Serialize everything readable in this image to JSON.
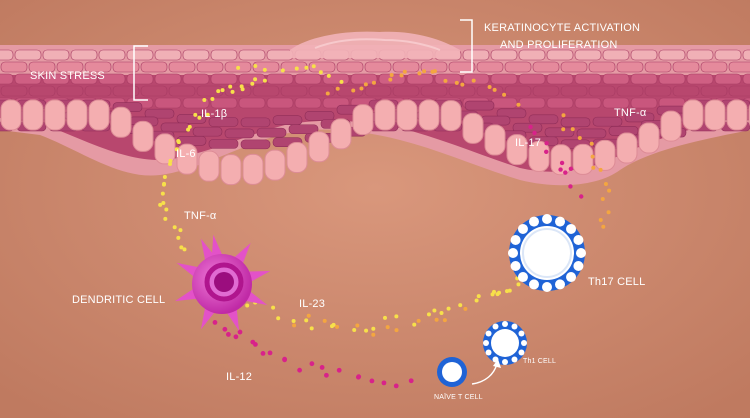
{
  "labels": {
    "skin_stress": "SKIN STRESS",
    "keratinocyte_line1": "KERATINOCYTE ACTIVATION",
    "keratinocyte_line2": "AND PROLIFERATION",
    "il1b": "IL-1β",
    "il6": "IL-6",
    "tnfa_left": "TNF-α",
    "il17": "IL-17",
    "tnfa_right": "TNF-α",
    "dendritic": "DENDRITIC CELL",
    "il23": "IL-23",
    "il12": "IL-12",
    "th17": "Th17 CELL",
    "th1": "Th1 CELL",
    "naive": "NAÏVE T CELL"
  },
  "colors": {
    "background": "#c8856a",
    "skin_top": "#e08a96",
    "skin_dark": "#b8476e",
    "skin_cell": "#f2a6a6",
    "dendritic": "#d63bbf",
    "t_cell_blue": "#1f63d6",
    "dot_yellow": "#f7e04a",
    "dot_orange": "#f4a640",
    "dot_magenta": "#d8228a"
  },
  "icons": {
    "dendritic": "dendritic-cell-icon",
    "th17": "th17-cell-icon",
    "th1": "th1-cell-icon",
    "naive": "naive-t-cell-icon",
    "arrow": "differentiation-arrow-icon"
  }
}
